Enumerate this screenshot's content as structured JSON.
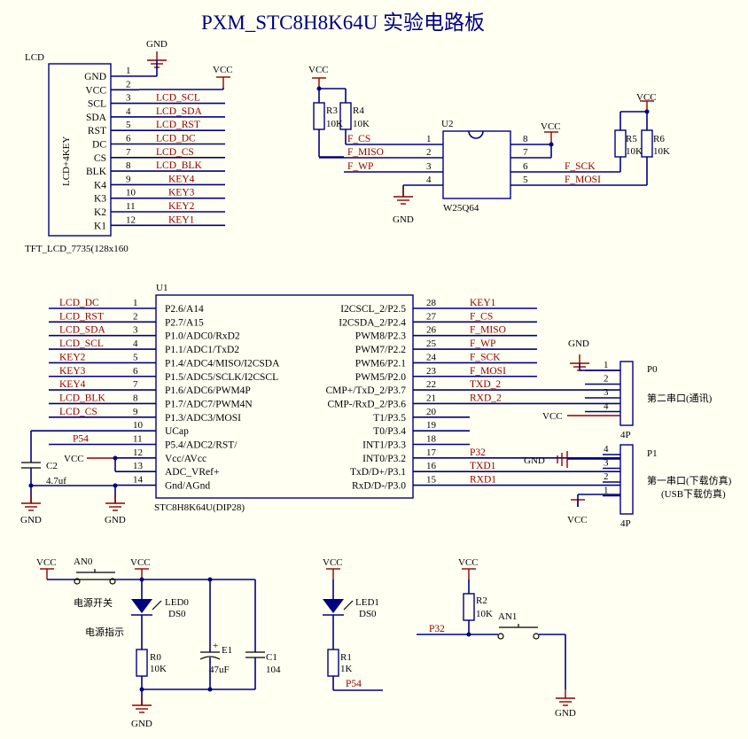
{
  "title": "PXM_STC8H8K64U 实验电路板",
  "lcd": {
    "ref": "LCD",
    "body": "LCD+4KEY",
    "model": "TFT_LCD_7735(128x160",
    "pins": [
      {
        "num": "1",
        "name": "GND",
        "net": ""
      },
      {
        "num": "2",
        "name": "VCC",
        "net": ""
      },
      {
        "num": "3",
        "name": "SCL",
        "net": "LCD_SCL"
      },
      {
        "num": "4",
        "name": "SDA",
        "net": "LCD_SDA"
      },
      {
        "num": "5",
        "name": "RST",
        "net": "LCD_RST"
      },
      {
        "num": "6",
        "name": "DC",
        "net": "LCD_DC"
      },
      {
        "num": "7",
        "name": "CS",
        "net": "LCD_CS"
      },
      {
        "num": "8",
        "name": "BLK",
        "net": "LCD_BLK"
      },
      {
        "num": "9",
        "name": "K4",
        "net": "KEY4"
      },
      {
        "num": "10",
        "name": "K3",
        "net": "KEY3"
      },
      {
        "num": "11",
        "name": "K2",
        "net": "KEY2"
      },
      {
        "num": "12",
        "name": "K1",
        "net": "KEY1"
      }
    ]
  },
  "flash": {
    "ref": "U2",
    "model": "W25Q64",
    "left": [
      {
        "num": "1",
        "net": "F_CS"
      },
      {
        "num": "2",
        "net": "F_MISO"
      },
      {
        "num": "3",
        "net": "F_WP"
      },
      {
        "num": "4",
        "net": ""
      }
    ],
    "right": [
      {
        "num": "8",
        "net": ""
      },
      {
        "num": "7",
        "net": ""
      },
      {
        "num": "6",
        "net": "F_SCK"
      },
      {
        "num": "5",
        "net": "F_MOSI"
      }
    ],
    "r3": {
      "ref": "R3",
      "val": "10K"
    },
    "r4": {
      "ref": "R4",
      "val": "10K"
    },
    "r5": {
      "ref": "R5",
      "val": "10K"
    },
    "r6": {
      "ref": "R6",
      "val": "10K"
    }
  },
  "mcu": {
    "ref": "U1",
    "model": "STC8H8K64U(DIP28)",
    "left": [
      {
        "num": "1",
        "name": "P2.6/A14",
        "net": "LCD_DC"
      },
      {
        "num": "2",
        "name": "P2.7/A15",
        "net": "LCD_RST"
      },
      {
        "num": "3",
        "name": "P1.0/ADC0/RxD2",
        "net": "LCD_SDA"
      },
      {
        "num": "4",
        "name": "P1.1/ADC1/TxD2",
        "net": "LCD_SCL"
      },
      {
        "num": "5",
        "name": "P1.4/ADC4/MISO/I2CSDA",
        "net": "KEY2"
      },
      {
        "num": "6",
        "name": "P1.5/ADC5/SCLK/I2CSCL",
        "net": "KEY3"
      },
      {
        "num": "7",
        "name": "P1.6/ADC6/PWM4P",
        "net": "KEY4"
      },
      {
        "num": "8",
        "name": "P1.7/ADC7/PWM4N",
        "net": "LCD_BLK"
      },
      {
        "num": "9",
        "name": "P1.3/ADC3/MOSI",
        "net": "LCD_CS"
      },
      {
        "num": "10",
        "name": "UCap",
        "net": ""
      },
      {
        "num": "11",
        "name": "P5.4/ADC2/RST/",
        "net": "P54"
      },
      {
        "num": "12",
        "name": "Vcc/AVcc",
        "net": ""
      },
      {
        "num": "13",
        "name": "ADC_VRef+",
        "net": ""
      },
      {
        "num": "14",
        "name": "Gnd/AGnd",
        "net": ""
      }
    ],
    "right": [
      {
        "num": "28",
        "name": "I2CSCL_2/P2.5",
        "net": "KEY1"
      },
      {
        "num": "27",
        "name": "I2CSDA_2/P2.4",
        "net": "F_CS"
      },
      {
        "num": "26",
        "name": "PWM8/P2.3",
        "net": "F_MISO"
      },
      {
        "num": "25",
        "name": "PWM7/P2.2",
        "net": "F_WP"
      },
      {
        "num": "24",
        "name": "PWM6/P2.1",
        "net": "F_SCK"
      },
      {
        "num": "23",
        "name": "PWM5/P2.0",
        "net": "F_MOSI"
      },
      {
        "num": "22",
        "name": "CMP+/TxD_2/P3.7",
        "net": "TXD_2"
      },
      {
        "num": "21",
        "name": "CMP-/RxD_2/P3.6",
        "net": "RXD_2"
      },
      {
        "num": "20",
        "name": "T1/P3.5",
        "net": ""
      },
      {
        "num": "19",
        "name": "T0/P3.4",
        "net": ""
      },
      {
        "num": "18",
        "name": "INT1/P3.3",
        "net": ""
      },
      {
        "num": "17",
        "name": "INT0/P3.2",
        "net": "P32"
      },
      {
        "num": "16",
        "name": "TxD/D+/P3.1",
        "net": "TXD1"
      },
      {
        "num": "15",
        "name": "RxD/D-/P3.0",
        "net": "RXD1"
      }
    ],
    "c2": {
      "ref": "C2",
      "val": "4.7uf"
    }
  },
  "p0": {
    "ref": "P0",
    "model": "4P",
    "desc": "第二串口(通讯)",
    "pins": [
      "1",
      "2",
      "3",
      "4"
    ]
  },
  "p1": {
    "ref": "P1",
    "model": "4P",
    "desc1": "第一串口(下载仿真)",
    "desc2": "(USB下载仿真)",
    "pins": [
      "4",
      "3",
      "2",
      "1"
    ]
  },
  "power": {
    "an0": "AN0",
    "switch_label": "电源开关",
    "indicator_label": "电源指示",
    "led0": {
      "ref": "LED0",
      "model": "DS0"
    },
    "r0": {
      "ref": "R0",
      "val": "10K"
    },
    "e1": {
      "ref": "E1",
      "val": "47uF"
    },
    "c1": {
      "ref": "C1",
      "val": "104"
    },
    "led1": {
      "ref": "LED1",
      "model": "DS0"
    },
    "r1": {
      "ref": "R1",
      "val": "1K"
    },
    "p54": "P54",
    "r2": {
      "ref": "R2",
      "val": "10K"
    },
    "an1": "AN1",
    "p32": "P32"
  },
  "labels": {
    "gnd": "GND",
    "vcc": "VCC"
  },
  "colors": {
    "wire": "#000080",
    "net_label": "#8b0000",
    "background": "#fffff2"
  }
}
